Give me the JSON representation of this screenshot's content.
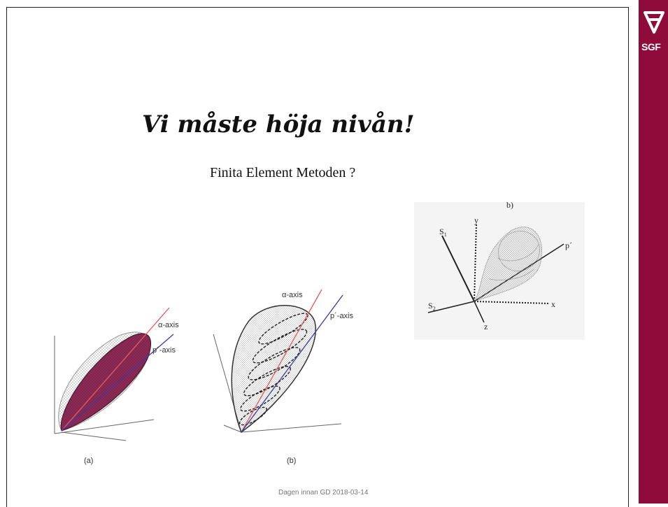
{
  "slide": {
    "title": "Vi måste höja nivån!",
    "subtitle": "Finita Element Metoden ?",
    "footer": "Dagen innan GD 2018-03-14"
  },
  "logo": {
    "text": "SGF",
    "icon": "triangle-logo-icon"
  },
  "colors": {
    "brand": "#8e0b3a",
    "surface_a": "#8b2b55",
    "alpha_axis": "#e85a5a",
    "p_axis": "#3a3aa8"
  },
  "figures": {
    "a": {
      "caption": "(a)",
      "alpha_label": "α-axis",
      "p_label": "p´-axis"
    },
    "b": {
      "caption": "(b)",
      "alpha_label": "α-axis",
      "p_label": "p´-axis"
    },
    "c": {
      "caption": "b)",
      "s1": "S",
      "s1_sub": "1",
      "s2": "S",
      "s2_sub": "2",
      "y": "y",
      "x": "x",
      "z": "z",
      "p": "p´"
    }
  }
}
